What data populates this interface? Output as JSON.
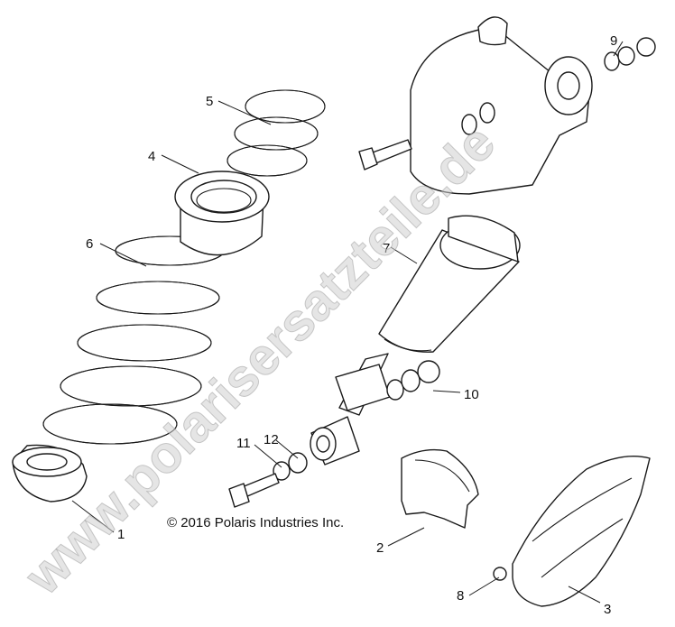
{
  "diagram": {
    "copyright": "© 2016 Polaris Industries Inc.",
    "watermark": "www.polarisersatzteile.de",
    "callouts": [
      "1",
      "2",
      "3",
      "4",
      "5",
      "6",
      "7",
      "8",
      "9",
      "10",
      "11",
      "12"
    ]
  }
}
